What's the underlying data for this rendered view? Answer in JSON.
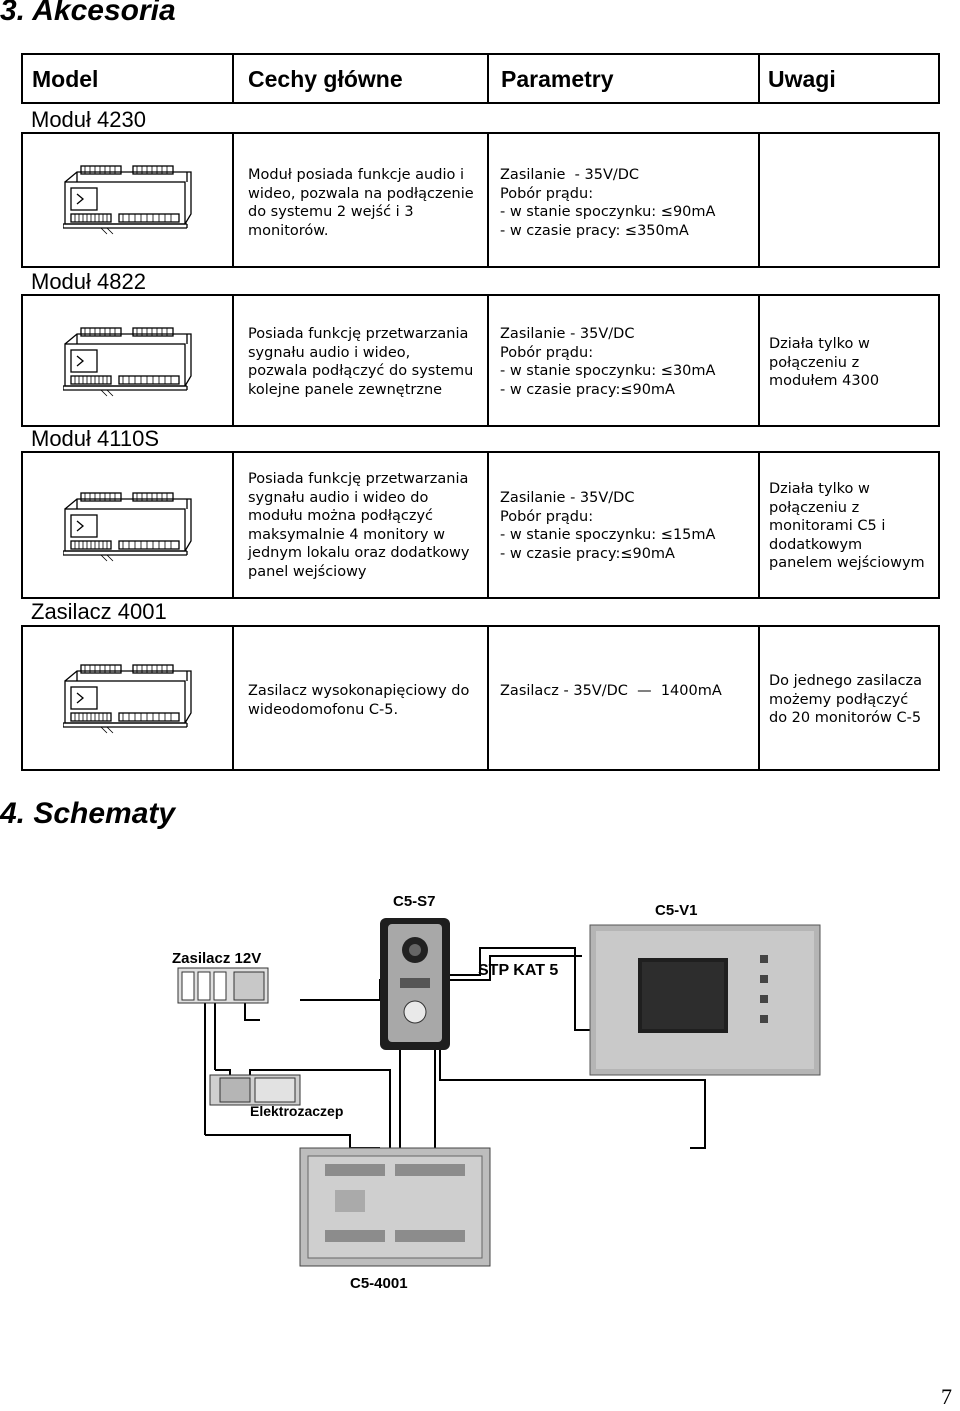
{
  "sections": {
    "accessories_title": "3. Akcesoria",
    "schemes_title": "4. Schematy"
  },
  "table": {
    "headers": [
      "Model",
      "Cechy główne",
      "Parametry",
      "Uwagi"
    ],
    "rows": [
      {
        "model": "Moduł 4230",
        "features": "Moduł posiada funkcje audio i\nwideo, pozwala na podłączenie\ndo systemu 2 wejść i 3\nmonitorów.",
        "params": "Zasilanie  - 35V/DC\nPobór prądu:\n- w stanie spoczynku: ≤90mA\n- w czasie pracy: ≤350mA",
        "notes": ""
      },
      {
        "model": "Moduł 4822",
        "features": "Posiada funkcję przetwarzania\nsygnału audio i wideo,\npozwala podłączyć do systemu\nkolejne panele zewnętrzne",
        "params": "Zasilanie - 35V/DC\nPobór prądu:\n- w stanie spoczynku: ≤30mA\n- w czasie pracy:≤90mA",
        "notes": "Działa tylko w\npołączeniu z\nmodułem 4300"
      },
      {
        "model": "Moduł 4110S",
        "features": "Posiada funkcję przetwarzania\nsygnału audio i wideo do\nmodułu można podłączyć\nmaksymalnie 4 monitory w\njednym lokalu oraz dodatkowy\npanel wejściowy",
        "params": "Zasilanie - 35V/DC\nPobór prądu:\n- w stanie spoczynku: ≤15mA\n- w czasie pracy:≤90mA",
        "notes": "Działa tylko w\npołączeniu z\nmonitorami C5 i\ndodatkowym\npanelem wejściowym"
      },
      {
        "model": "Zasilacz 4001",
        "features": "Zasilacz wysokonapięciowy do\nwideodomofonu C-5.",
        "params": "Zasilacz - 35V/DC  —  1400mA",
        "notes": "Do jednego zasilacza\nmożemy podłączyć\ndo 20 monitorów C-5"
      }
    ]
  },
  "diagram": {
    "labels": {
      "door_panel": "C5-S7",
      "monitor": "C5-V1",
      "power_supply_12v": "Zasilacz 12V",
      "cable": "STP KAT 5",
      "lock": "Elektrozaczep",
      "power_module": "C5-4001"
    }
  },
  "page_number": "7",
  "colors": {
    "text": "#000000",
    "border": "#000000",
    "device_gray": "#bdbdbd"
  }
}
